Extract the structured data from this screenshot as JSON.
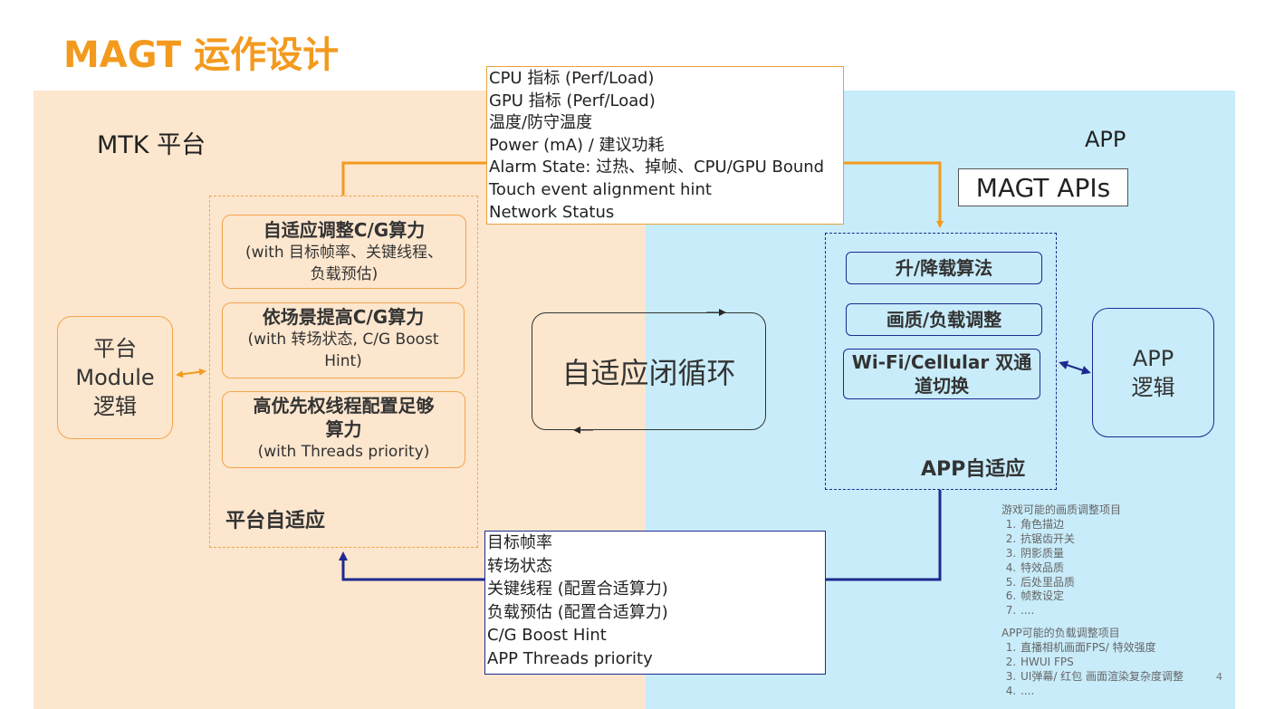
{
  "title": "MAGT 运作设计",
  "colors": {
    "title": "#F39A1E",
    "platform_bg": "#FCE6CE",
    "app_bg": "#C8ECFA",
    "orange": "#F39A1E",
    "navy": "#1D2A8F"
  },
  "mtk_label": "MTK 平台",
  "app_label": "APP",
  "magt_apis": "MAGT APIs",
  "top_info": [
    "CPU 指标 (Perf/Load)",
    "GPU 指标 (Perf/Load)",
    "温度/防守温度",
    "Power (mA) / 建议功耗",
    "Alarm State: 过热、掉帧、CPU/GPU Bound",
    "Touch event alignment hint",
    "Network Status"
  ],
  "platform": {
    "box1": {
      "heading": "自适应调整C/G算力",
      "sub1": "(with 目标帧率、关键线程、",
      "sub2": "负载预估)"
    },
    "box2": {
      "heading": "依场景提高C/G算力",
      "sub1": "(with 转场状态, C/G Boost",
      "sub2": "Hint)"
    },
    "box3": {
      "heading1": "高优先权线程配置足够",
      "heading2": "算力",
      "sub1": "(with Threads priority)"
    },
    "adaptive_label": "平台自适应",
    "module": {
      "line1": "平台",
      "line2": "Module",
      "line3": "逻辑"
    }
  },
  "loop_label": "自适应闭循环",
  "app": {
    "box1": "升/降载算法",
    "box2": "画质/负载调整",
    "box3_line1": "Wi-Fi/Cellular 双通",
    "box3_line2": "道切换",
    "adaptive_label": "APP自适应",
    "logic": {
      "line1": "APP",
      "line2": "逻辑"
    }
  },
  "bottom_info": [
    "目标帧率",
    "转场状态",
    "关键线程 (配置合适算力)",
    "负载预估 (配置合适算力)",
    "C/G Boost Hint",
    "APP Threads priority"
  ],
  "notes": {
    "quality_title": "游戏可能的画质调整项目",
    "quality_items": [
      "角色描边",
      "抗锯齿开关",
      "阴影质量",
      "特效品质",
      "后处里品质",
      "帧数设定",
      "...."
    ],
    "load_title": "APP可能的负载调整项目",
    "load_items": [
      "直播相机画面FPS/ 特效强度",
      "HWUI FPS",
      "UI弹幕/ 红包  画面渲染复杂度调整",
      "...."
    ]
  },
  "page_number": "4"
}
